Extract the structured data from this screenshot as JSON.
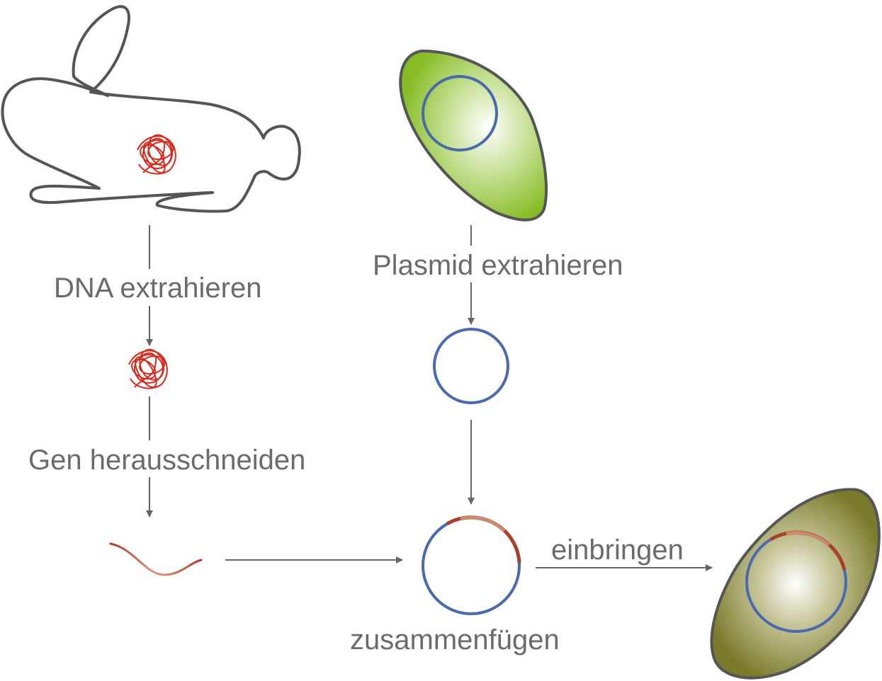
{
  "diagram": {
    "labels": {
      "dna_extract": "DNA extrahieren",
      "plasmid_extract": "Plasmid extrahieren",
      "gene_cut": "Gen herausschneiden",
      "combine": "zusammenfügen",
      "insert": "einbringen"
    },
    "colors": {
      "outline": "#555555",
      "arrow": "#666666",
      "label": "#6b6b6b",
      "dna": "#d62b1f",
      "gene": "#a8402a",
      "plasmid": "#4a6aad",
      "donor_cell": "#86bc25",
      "recombinant_cell": "#7a7a2a"
    },
    "icons": [
      "rabbit-outline-icon",
      "dna-tangle-icon",
      "bacterium-icon",
      "plasmid-ring-icon",
      "gene-fragment-icon",
      "recombinant-bacterium-icon"
    ]
  }
}
